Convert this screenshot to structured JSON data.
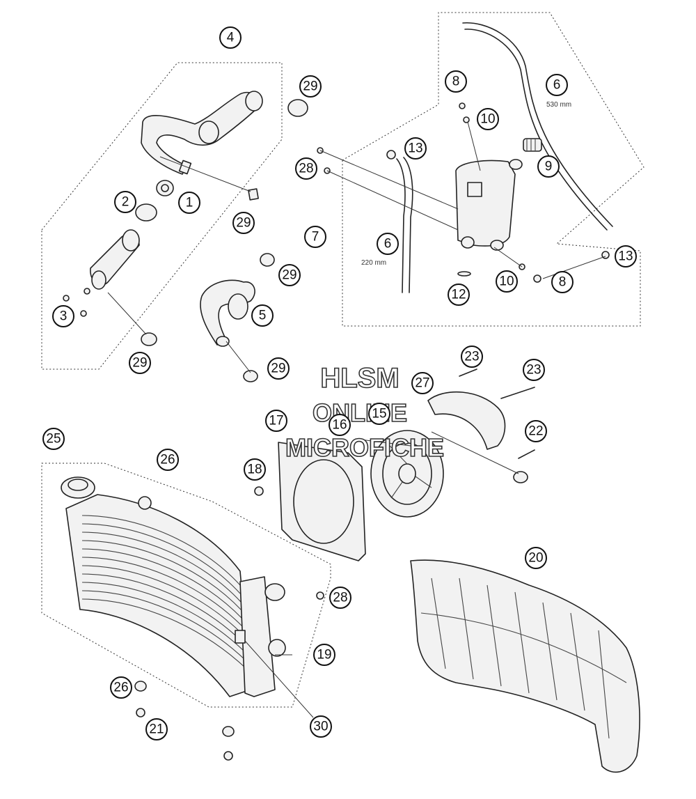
{
  "watermark": {
    "line1": "HLSM",
    "line2": "ONLINE",
    "line3": "MICROFICHE"
  },
  "dimensions": {
    "hose_upper": "530 mm",
    "hose_lower": "220 mm"
  },
  "callouts": [
    {
      "id": "c4",
      "label": "4"
    },
    {
      "id": "c29a",
      "label": "29"
    },
    {
      "id": "c2",
      "label": "2"
    },
    {
      "id": "c1",
      "label": "1"
    },
    {
      "id": "c29b",
      "label": "29"
    },
    {
      "id": "c3",
      "label": "3"
    },
    {
      "id": "c29c",
      "label": "29"
    },
    {
      "id": "c29d",
      "label": "29"
    },
    {
      "id": "c5",
      "label": "5"
    },
    {
      "id": "c29e",
      "label": "29"
    },
    {
      "id": "c7",
      "label": "7"
    },
    {
      "id": "c8a",
      "label": "8"
    },
    {
      "id": "c6a",
      "label": "6"
    },
    {
      "id": "c10a",
      "label": "10"
    },
    {
      "id": "c13a",
      "label": "13"
    },
    {
      "id": "c28a",
      "label": "28"
    },
    {
      "id": "c9",
      "label": "9"
    },
    {
      "id": "c6b",
      "label": "6"
    },
    {
      "id": "c13b",
      "label": "13"
    },
    {
      "id": "c10b",
      "label": "10"
    },
    {
      "id": "c8b",
      "label": "8"
    },
    {
      "id": "c12",
      "label": "12"
    },
    {
      "id": "c23a",
      "label": "23"
    },
    {
      "id": "c23b",
      "label": "23"
    },
    {
      "id": "c27",
      "label": "27"
    },
    {
      "id": "c15",
      "label": "15"
    },
    {
      "id": "c17",
      "label": "17"
    },
    {
      "id": "c16",
      "label": "16"
    },
    {
      "id": "c22",
      "label": "22"
    },
    {
      "id": "c25",
      "label": "25"
    },
    {
      "id": "c26a",
      "label": "26"
    },
    {
      "id": "c18",
      "label": "18"
    },
    {
      "id": "c20",
      "label": "20"
    },
    {
      "id": "c28b",
      "label": "28"
    },
    {
      "id": "c19",
      "label": "19"
    },
    {
      "id": "c26b",
      "label": "26"
    },
    {
      "id": "c21",
      "label": "21"
    },
    {
      "id": "c30",
      "label": "30"
    }
  ]
}
